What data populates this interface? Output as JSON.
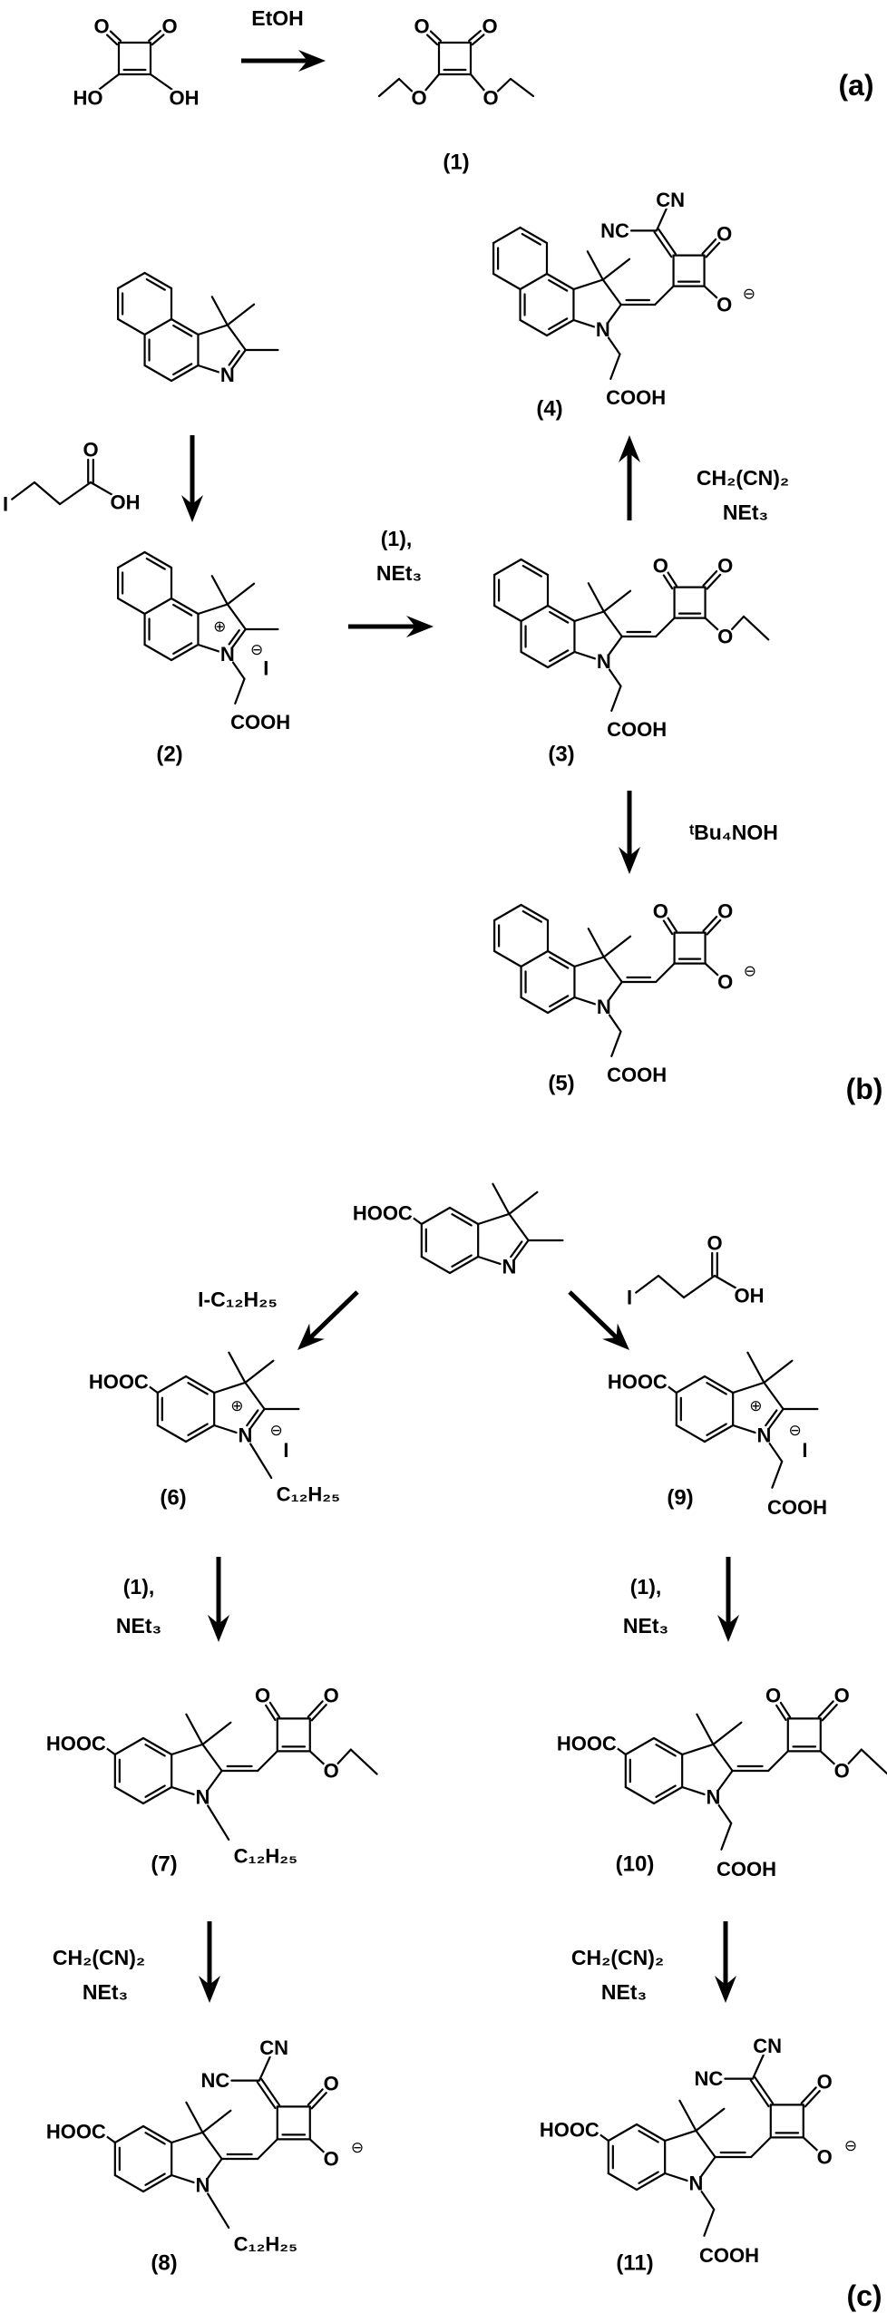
{
  "panels": {
    "a": "(a)",
    "b": "(b)",
    "c": "(c)"
  },
  "compounds": {
    "c1": "(1)",
    "c2": "(2)",
    "c3": "(3)",
    "c4": "(4)",
    "c5": "(5)",
    "c6": "(6)",
    "c7": "(7)",
    "c8": "(8)",
    "c9": "(9)",
    "c10": "(10)",
    "c11": "(11)"
  },
  "reagents": {
    "a_step": "EtOH",
    "b_step2_line1": "(1),",
    "b_step2_line2": "NEt₃",
    "b_step3_line1": "CH₂(CN)₂",
    "b_step3_line2": "NEt₃",
    "b_step4": "ᵗBu₄NOH",
    "c_left_alkylation": "I-C₁₂H₂₅",
    "c_left_step2_line1": "(1),",
    "c_left_step2_line2": "NEt₃",
    "c_right_step2_line1": "(1),",
    "c_right_step2_line2": "NEt₃",
    "c_left_step3_line1": "CH₂(CN)₂",
    "c_left_step3_line2": "NEt₃",
    "c_right_step3_line1": "CH₂(CN)₂",
    "c_right_step3_line2": "NEt₃"
  },
  "atoms": {
    "O": "O",
    "N": "N",
    "HO": "HO",
    "OH": "OH",
    "I": "I",
    "HOOC": "HOOC",
    "COOH": "COOH",
    "NC": "NC",
    "CN": "CN",
    "C12H25": "C₁₂H₂₅",
    "plus": "⊕",
    "minus": "⊖"
  }
}
